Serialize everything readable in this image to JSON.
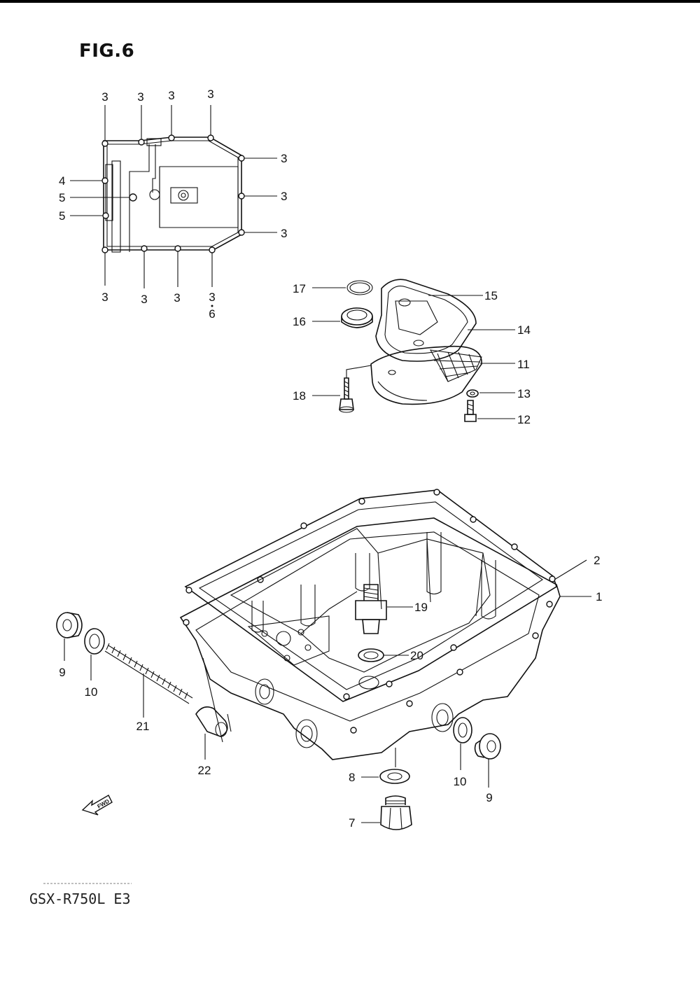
{
  "figure": {
    "title": "FIG.6",
    "model_code": "GSX-R750L  E3"
  },
  "callouts": {
    "gasket_bolt": "3",
    "plug_a": "4",
    "plug_b": "5",
    "gasket_bolt_6": "6",
    "oil_pan": "1",
    "oil_pan_gasket": "2",
    "drain_plug": "7",
    "drain_gasket": "8",
    "plug_9": "9",
    "gasket_10": "10",
    "strainer": "11",
    "bolt_12": "12",
    "washer_13": "13",
    "strainer_cover": "14",
    "gasket_15": "15",
    "seal_16": "16",
    "o_ring_17": "17",
    "bolt_18": "18",
    "oil_switch": "19",
    "gasket_20": "20",
    "spring_21": "21",
    "valve_22": "22",
    "fwd_arrow": "FWD"
  }
}
